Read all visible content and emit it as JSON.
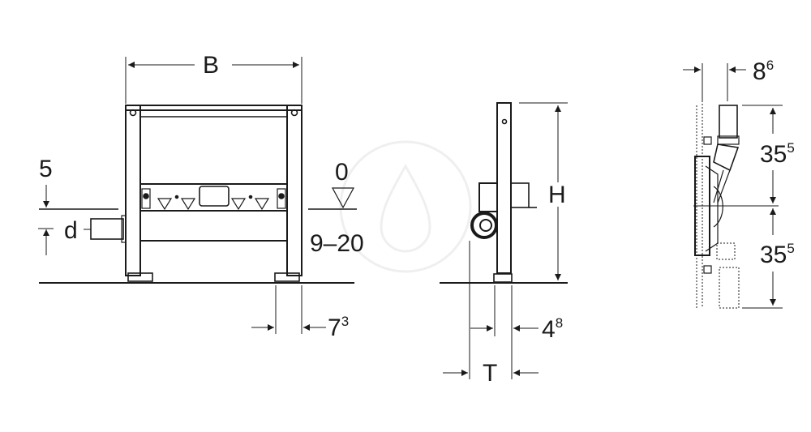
{
  "diagram": {
    "type": "technical installation drawing",
    "line_color": "#1a1a1a",
    "background": "#ffffff",
    "watermark": "water-drop-logo"
  },
  "front_view": {
    "width_label": "B",
    "top_offset_label": "5",
    "pipe_label": "d",
    "floor_level_label": "0",
    "height_range_label": "9–20",
    "foot_dim_base": "7",
    "foot_dim_sup": "3"
  },
  "side_view": {
    "height_label": "H",
    "depth_label": "T",
    "inner_dim_base": "4",
    "inner_dim_sup": "8"
  },
  "drain_view": {
    "offset_base": "8",
    "offset_sup": "6",
    "upper_dim_base": "35",
    "upper_dim_sup": "5",
    "lower_dim_base": "35",
    "lower_dim_sup": "5"
  }
}
